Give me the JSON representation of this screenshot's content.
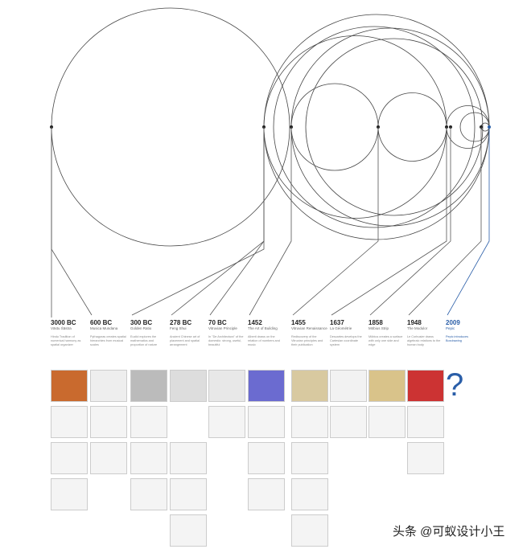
{
  "timeline": [
    {
      "year": "3000 BC",
      "title": "Vāstu Śāstra",
      "desc": "Hindu Tradition of numerical harmony as spatial organizer"
    },
    {
      "year": "600 BC",
      "title": "Musica Mundana",
      "desc": "Pythagoras creates spatial hierarchies from musical scales"
    },
    {
      "year": "300 BC",
      "title": "Golden Ratio",
      "desc": "Euclid explores the mathematics and proportion of nature"
    },
    {
      "year": "278 BC",
      "title": "Feng Shui",
      "desc": "Ancient Chinese art of placement and spatial arrangement"
    },
    {
      "year": "70 BC",
      "title": "Vitruvian Principle",
      "desc": "In \"De Architectura\" of the domestic: strong, useful, beautiful"
    },
    {
      "year": "1452",
      "title": "The Art of Building",
      "desc": "Alberti draws on the relation of numbers and music"
    },
    {
      "year": "1455",
      "title": "Vitruvian Renaissance",
      "desc": "Rediscovery of the Vitruvian principles and their publication"
    },
    {
      "year": "1637",
      "title": "La Géométrie",
      "desc": "Descartes develops the Cartesian coordinate system"
    },
    {
      "year": "1858",
      "title": "Möbius Strip",
      "desc": "Möbius creates a surface with only one side and edge"
    },
    {
      "year": "1948",
      "title": "The Modulor",
      "desc": "Le Corbusier draws algebraic relations to the human body"
    },
    {
      "year": "2009",
      "title": "Pepic",
      "desc": "Pepic introduces Boxdrawing"
    }
  ],
  "highlight_color": "#2a5ea8",
  "watermark": "头条 @可蚁设计小王"
}
